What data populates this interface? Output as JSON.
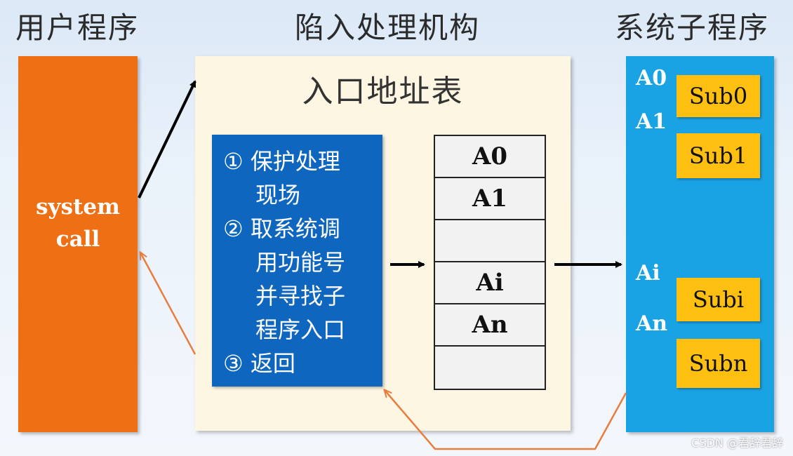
{
  "headings": {
    "user_program": "用户程序",
    "trap_mechanism": "陷入处理机构",
    "system_subprogram": "系统子程序"
  },
  "user_block": {
    "line1": "system",
    "line2": "call"
  },
  "trap_panel": {
    "title": "入口地址表",
    "steps": [
      "① 保护处理",
      "现场",
      "② 取系统调",
      "用功能号",
      "并寻找子",
      "程序入口",
      "③ 返回"
    ]
  },
  "address_table": [
    "A0",
    "A1",
    "",
    "Ai",
    "An",
    ""
  ],
  "subprograms": {
    "labels": [
      "A0",
      "A1",
      "Ai",
      "An"
    ],
    "boxes": [
      "Sub0",
      "Sub1",
      "Subi",
      "Subn"
    ]
  },
  "watermark": "CSDN @君辞君辞",
  "colors": {
    "user_block": "#ee6f14",
    "trap_panel": "#fcf6e2",
    "steps_box": "#0f66bf",
    "sub_column": "#1aa3e4",
    "sub_box": "#fdbf10",
    "return_arrow": "#e87d3e"
  }
}
